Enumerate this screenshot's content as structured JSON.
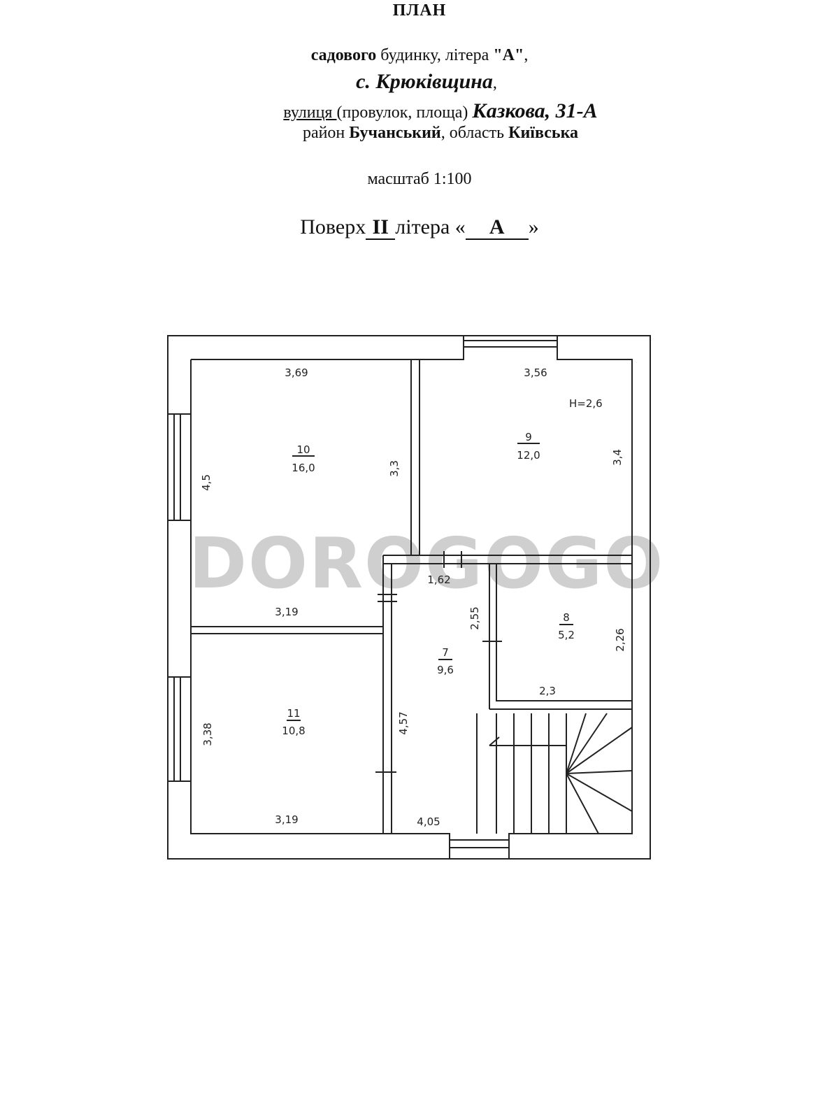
{
  "header": {
    "title": "ПЛАН",
    "line1": {
      "b1": "садового",
      "t1": " будинку, літера ",
      "b2": "\"А\"",
      "t2": ","
    },
    "line2": {
      "place": "с. Крюківщина",
      "comma": ","
    },
    "line3": {
      "street_word": "вулиця ",
      "paren": "(провулок, площа) ",
      "street": "Казкова, 31-А"
    },
    "line4": {
      "t1": "район ",
      "district": "Бучанський",
      "t2": ", область ",
      "region": "Київська"
    },
    "scale": "масштаб 1:100",
    "floor": {
      "label": "Поверх",
      "number": "II",
      "mid": "літера «",
      "letter": "А",
      "end": "»"
    }
  },
  "plan": {
    "watermark": "DOROGOGO",
    "rooms": [
      {
        "id": "10",
        "area": "16,0"
      },
      {
        "id": "9",
        "area": "12,0"
      },
      {
        "id": "8",
        "area": "5,2"
      },
      {
        "id": "7",
        "area": "9,6"
      },
      {
        "id": "11",
        "area": "10,8"
      }
    ],
    "height_note": "H=2,6",
    "dimensions": {
      "r10_top": "3,69",
      "r10_left": "4,5",
      "r10_right": "3,3",
      "r10_bottom": "3,19",
      "r9_top": "3,56",
      "r9_right": "3,4",
      "hall_top": "1,62",
      "r7_right": "2,55",
      "r7_left": "4,57",
      "r7_bottom": "4,05",
      "r8_right": "2,26",
      "r8_bottom": "2,3",
      "r11_left": "3,38",
      "r11_bottom": "3,19"
    }
  }
}
